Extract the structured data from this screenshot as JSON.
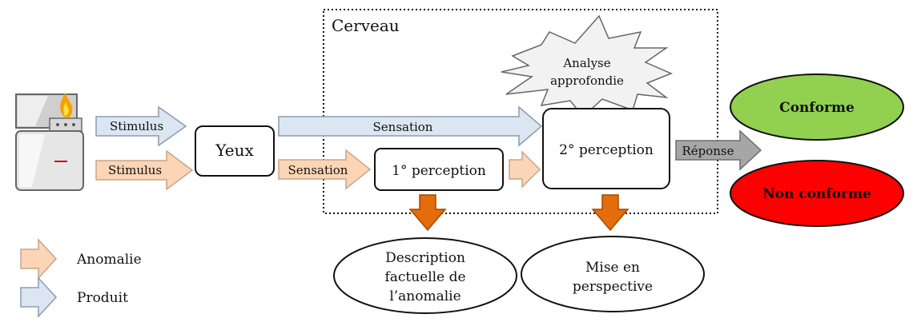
{
  "brain": {
    "label": "Cerveau"
  },
  "inputs": {
    "stimulus_product": "Stimulus",
    "stimulus_anomaly": "Stimulus"
  },
  "boxes": {
    "eyes": "Yeux",
    "first_perception": "1° perception",
    "second_perception": "2° perception"
  },
  "arrows": {
    "sensation_product": "Sensation",
    "sensation_anomaly": "Sensation",
    "response": "Réponse"
  },
  "deep_analysis": {
    "line1": "Analyse",
    "line2": "approfondie"
  },
  "outcomes": {
    "conform": "Conforme",
    "non_conform": "Non conforme"
  },
  "outputs": {
    "description": {
      "line1": "Description",
      "line2": "factuelle de",
      "line3": "l’anomalie"
    },
    "perspective": {
      "line1": "Mise en",
      "line2": "perspective"
    }
  },
  "legend": {
    "anomaly": "Anomalie",
    "product": "Produit"
  },
  "colors": {
    "product_arrow": "#dce6f2",
    "anomaly_arrow": "#fbd5b5",
    "response_arrow": "#a6a6a6",
    "down_arrow": "#e46c0a",
    "conform": "#92d050",
    "non_conform": "#ff0000",
    "burst": "#f2f2f2"
  }
}
